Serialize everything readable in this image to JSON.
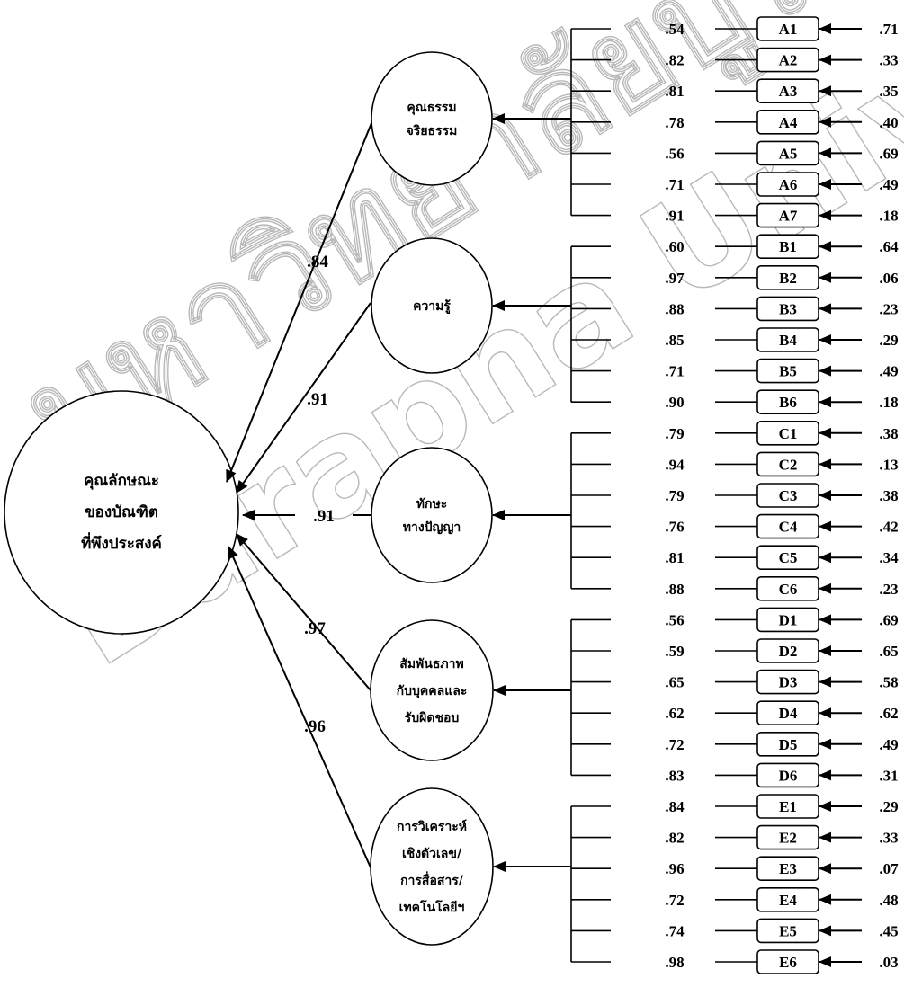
{
  "watermark": {
    "line1": "มหาวิทยาลัยบูรพา",
    "line2": "Burapha University"
  },
  "main_factor": {
    "lines": [
      "คุณลักษณะ",
      "ของบัณฑิต",
      "ที่พึงประสงค์"
    ]
  },
  "factors": [
    {
      "id": "A",
      "lines": [
        "คุณธรรม",
        "จริยธรรม"
      ],
      "path": ".84",
      "indicators": [
        {
          "label": "A1",
          "loading": ".54",
          "error": ".71"
        },
        {
          "label": "A2",
          "loading": ".82",
          "error": ".33"
        },
        {
          "label": "A3",
          "loading": ".81",
          "error": ".35"
        },
        {
          "label": "A4",
          "loading": ".78",
          "error": ".40"
        },
        {
          "label": "A5",
          "loading": ".56",
          "error": ".69"
        },
        {
          "label": "A6",
          "loading": ".71",
          "error": ".49"
        },
        {
          "label": "A7",
          "loading": ".91",
          "error": ".18"
        }
      ]
    },
    {
      "id": "B",
      "lines": [
        "ความรู้"
      ],
      "path": ".91",
      "indicators": [
        {
          "label": "B1",
          "loading": ".60",
          "error": ".64"
        },
        {
          "label": "B2",
          "loading": ".97",
          "error": ".06"
        },
        {
          "label": "B3",
          "loading": ".88",
          "error": ".23"
        },
        {
          "label": "B4",
          "loading": ".85",
          "error": ".29"
        },
        {
          "label": "B5",
          "loading": ".71",
          "error": ".49"
        },
        {
          "label": "B6",
          "loading": ".90",
          "error": ".18"
        }
      ]
    },
    {
      "id": "C",
      "lines": [
        "ทักษะ",
        "ทางปัญญา"
      ],
      "path": ".91",
      "indicators": [
        {
          "label": "C1",
          "loading": ".79",
          "error": ".38"
        },
        {
          "label": "C2",
          "loading": ".94",
          "error": ".13"
        },
        {
          "label": "C3",
          "loading": ".79",
          "error": ".38"
        },
        {
          "label": "C4",
          "loading": ".76",
          "error": ".42"
        },
        {
          "label": "C5",
          "loading": ".81",
          "error": ".34"
        },
        {
          "label": "C6",
          "loading": ".88",
          "error": ".23"
        }
      ]
    },
    {
      "id": "D",
      "lines": [
        "สัมพันธภาพ",
        "กับบุคคลและ",
        "รับผิดชอบ"
      ],
      "path": ".97",
      "indicators": [
        {
          "label": "D1",
          "loading": ".56",
          "error": ".69"
        },
        {
          "label": "D2",
          "loading": ".59",
          "error": ".65"
        },
        {
          "label": "D3",
          "loading": ".65",
          "error": ".58"
        },
        {
          "label": "D4",
          "loading": ".62",
          "error": ".62"
        },
        {
          "label": "D5",
          "loading": ".72",
          "error": ".49"
        },
        {
          "label": "D6",
          "loading": ".83",
          "error": ".31"
        }
      ]
    },
    {
      "id": "E",
      "lines": [
        "การวิเคราะห์",
        "เชิงตัวเลข/",
        "การสื่อสาร/",
        "เทคโนโลยีฯ"
      ],
      "path": ".96",
      "indicators": [
        {
          "label": "E1",
          "loading": ".84",
          "error": ".29"
        },
        {
          "label": "E2",
          "loading": ".82",
          "error": ".33"
        },
        {
          "label": "E3",
          "loading": ".96",
          "error": ".07"
        },
        {
          "label": "E4",
          "loading": ".72",
          "error": ".48"
        },
        {
          "label": "E5",
          "loading": ".74",
          "error": ".45"
        },
        {
          "label": "E6",
          "loading": ".98",
          "error": ".03"
        }
      ]
    }
  ]
}
